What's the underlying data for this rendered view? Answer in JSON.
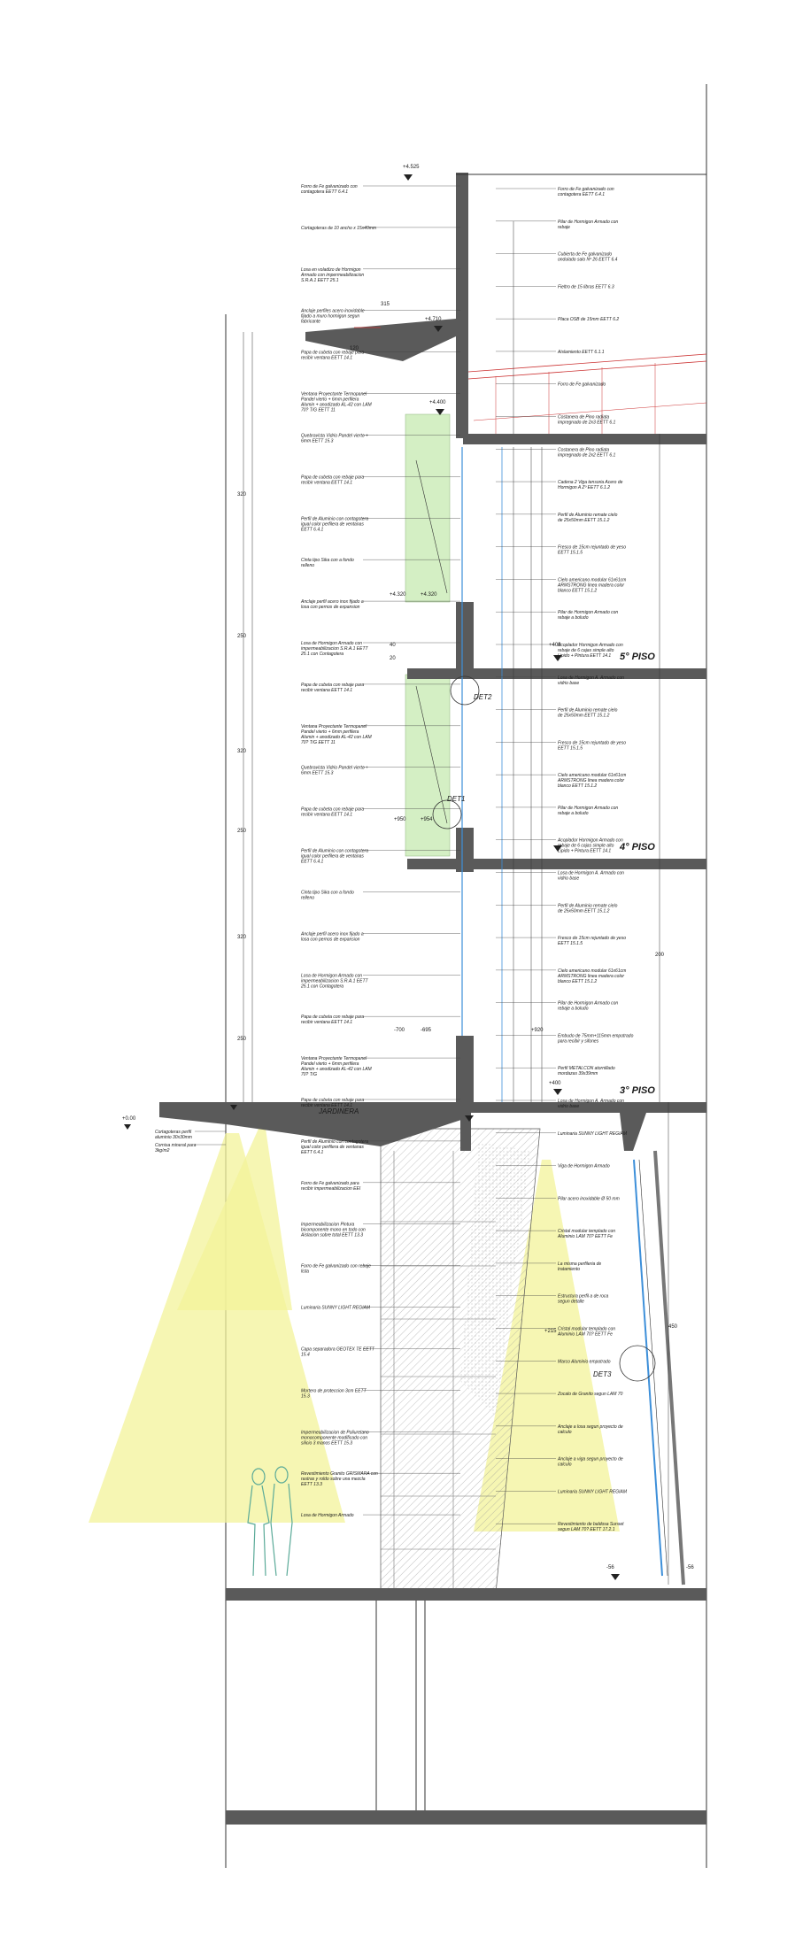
{
  "levels": {
    "top": "+4.525",
    "roof": "+4.710",
    "slab": "+4.400",
    "l1": "+4.320",
    "l2": "+4.320",
    "l3": "+950",
    "l4": "+954",
    "l5": "-700",
    "l6": "-695",
    "l7": "+920",
    "l8": "+400",
    "l9": "+400",
    "l10": "+0.00",
    "l11": "+215",
    "l12": "-56",
    "l13": "-56"
  },
  "floors": {
    "fifth": "5° PISO",
    "fourth": "4° PISO",
    "third": "3° PISO"
  },
  "details": {
    "det1": "DET2",
    "det2": "DET1",
    "det3": "DET3"
  },
  "jardinera": "JARDINERA",
  "notes_left": [
    "Forro de Fe galvanizado con contagotera EETT 6.4.1",
    "Cortagoteras de 10 ancho x 15x40mm",
    "Losa en voladizo de Hormigon Armado con impermeabilizacion S.R.A.1 EETT 25.1",
    "Anclaje perfiles acero inoxidable fijado a muro hormigon segun fabricante",
    "Papa de cubeta con rebaje para recibir ventana EETT 14.1",
    "Ventana Proyectante Termopanel Pandel vierto + 6mm perfilera Alumin + anodizado AL-42 con LAM 70? T/G EETT 11",
    "Quebravista Vidrio Pandel vierto + 6mm EETT 15.3",
    "Papa de cubeta con rebaje para recibir ventana EETT 14.1",
    "Perfil de Aluminio con contagotera igual color perfilera de ventanas EETT 6.4.1",
    "Cinta tipo Sika con a fondo relleno",
    "Anclaje perfil acero inox fijado a losa con pernos de expansion",
    "Losa de Hormigon Armado con impermeabilizacion S.R.A.1 EETT 25.1 con Contagotera",
    "Papa de cubeta con rebaje para recibir ventana EETT 14.1",
    "Ventana Proyectante Termopanel Pandel vierto + 6mm perfilera Alumin + anodizado AL-42 con LAM 70? T/G EETT 11",
    "Quebravista Vidrio Pandel vierto + 6mm EETT 15.3",
    "Papa de cubeta con rebaje para recibir ventana EETT 14.1",
    "Perfil de Aluminio con contagotera igual color perfilera de ventanas EETT 6.4.1",
    "Cinta tipo Sika con a fondo relleno",
    "Anclaje perfil acero inox fijado a losa con pernos de expansion",
    "Losa de Hormigon Armado con impermeabilizacion S.R.A.1 EETT 25.1 con Contagotera",
    "Papa de cubeta con rebaje para recibir ventana EETT 14.1",
    "Ventana Proyectante Termopanel Pandel vierto + 6mm perfilera Alumin + anodizado AL-42 con LAM 70? T/G",
    "Papa de cubeta con rebaje para recibir ventana EETT 14.1",
    "Perfil de Aluminio con contagotera igual color perfilera de ventanas EETT 6.4.1",
    "Forro de Fe galvanizado para recibir impermeabilizacion EEI",
    "Impermeabilizacion Pintura bicomponente mono en todo con Aislacion sobre total EETT 13.3",
    "Forro de Fe galvanizado con rebaje lista",
    "Luminaria SUNNY LIGHT REGIAM",
    "Capa separadora GEOTEX TE EETT 15.4",
    "Mortero de proteccion 3cm EETT 15.3",
    "Impermeabilizacion de Poliuretano monocomponente modificado con silicio 3 manos EETT 15.3",
    "Revestimiento Granito GRISMARA con rastras y roldo sobre una mezcla EETT 13.3",
    "Losa de Hormigon Armado"
  ],
  "notes_far_left": [
    "Cortagoteras perfil aluminio 30x30mm",
    "Cornisa mineral para 3kg/m2"
  ],
  "notes_right": [
    "Forro de Fe galvanizado con contagotera EETT 6.4.1",
    "Pilar de Hormigon Armado con rebaje",
    "Cubierta de Fe galvanizado ondulado salo Nº 26 EETT 6.4",
    "Fieltro de 15 libras EETT 6.3",
    "Placa OSB de 15mm EETT 6.2",
    "Aislamiento EETT 6.1.1",
    "Forro de Fe galvanizado",
    "Costanera de Pino radiata impregnado de 2x3 EETT 6.1",
    "Costanera de Pino radiata impregnado de 2x2 EETT 6.1",
    "Cadena 2 Viga tensoria Acero de Hormigon A Zº EETT 6.1.2",
    "Perfil de Aluminio remate cielo de 25x50mm EETT 15.1.2",
    "Fresco de 15cm rejuntado de yeso EETT 15.1.5",
    "Cielo americano modular 61x61cm ARMSTRONG linea madera color blanco EETT 15.1.2",
    "Pilar de Hormigon Armado con rebaje a boludo",
    "Acoplador Hormigon Armado con rebaje de 6 cajas simple alto Lipido + Pintura EETT 14.1",
    "Losa de Hormigon A. Armado con vidrio base",
    "Perfil de Aluminio remate cielo de 25x50mm EETT 15.1.2",
    "Fresco de 15cm rejuntado de yeso EETT 15.1.5",
    "Cielo americano modular 61x61cm ARMSTRONG linea madera color blanco EETT 15.1.2",
    "Pilar de Hormigon Armado con rebaje a boludo",
    "Acoplador Hormigon Armado con rebaje de 6 cajas simple alto Lipido + Pintura EETT 14.1",
    "Losa de Hormigon A. Armado con vidrio base",
    "Perfil de Aluminio remate cielo de 25x50mm EETT 15.1.2",
    "Fresco de 15cm rejuntado de yeso EETT 15.1.5",
    "Cielo americano modular 61x61cm ARMSTRONG linea madera color blanco EETT 15.1.2",
    "Pilar de Hormigon Armado con rebaje a boludo",
    "Embudo de 75mm+115mm empotrado para recibir y sifones",
    "Perfil METALCON atornillado mordazas 39x39mm",
    "Losa de Hormigon A. Armado con vidrio base",
    "Luminaria SUNNY LIGHT REGIAM",
    "Viga de Hormigon Armado",
    "Pilar acero inoxidable Ø 50 mm",
    "Cristal modular templado con Aluminio LAM 70? EETT Fe",
    "La misma perfileria de tratamiento",
    "Estructura perfil a de roca segun detalle",
    "Cristal modular templado con Aluminio LAM 70? EETT Fe",
    "Marco Aluminio empotrado",
    "Zocalo de Granito segun LAM 70",
    "Anclaje a losa segun proyecto de calculo",
    "Anclaje a viga segun proyecto de calculo",
    "Luminaria SUNNY LIGHT REGIAM",
    "Revestimiento de baldosa Sunset segun LAM 70? EETT 17.2.1"
  ],
  "dims": {
    "d1": "315",
    "d2": "120",
    "d3": "320",
    "d4": "250",
    "d5": "320",
    "d6": "250",
    "d7": "320",
    "d8": "250",
    "d9": "200",
    "d10": "450",
    "d11": "40",
    "d12": "20"
  },
  "colors": {
    "line": "#2b2b2b",
    "concrete": "#5a5a5a",
    "glass_green": "#d4efc4",
    "glass_blue": "#3d8fd9",
    "light_yellow": "#f3f39a",
    "people": "#5aaa98",
    "red": "#cc3333"
  }
}
